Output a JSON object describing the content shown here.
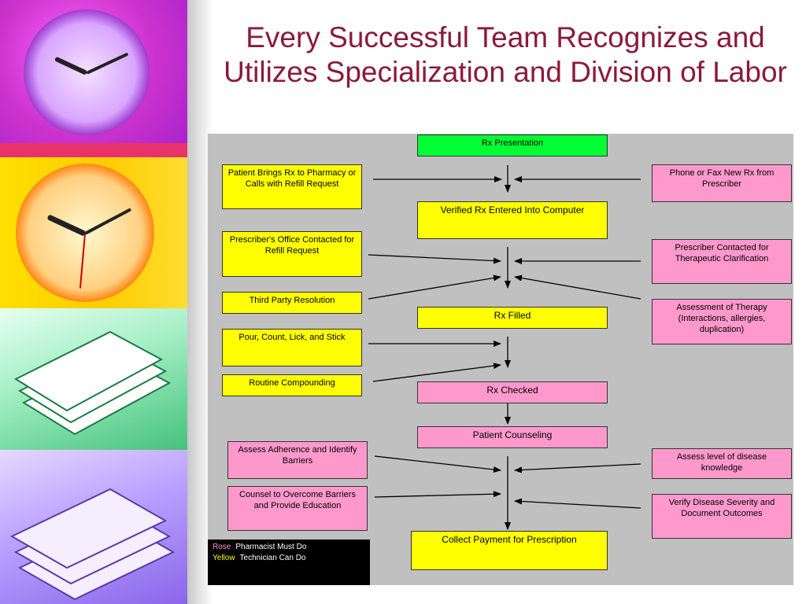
{
  "title": "Every Successful Team Recognizes and Utilizes Specialization and Division of Labor",
  "colors": {
    "rose": "#ff99cc",
    "yellow": "#ffff00",
    "green": "#00ff33",
    "title": "#8b1a3a",
    "background": "#c0c0c0"
  },
  "flow": {
    "rx_presentation": "Rx Presentation",
    "verified_entered": "Verified Rx Entered Into Computer",
    "rx_filled": "Rx Filled",
    "rx_checked": "Rx Checked",
    "patient_counseling": "Patient Counseling",
    "collect_payment": "Collect Payment for Prescription"
  },
  "left": {
    "patient_brings": "Patient Brings Rx to Pharmacy or Calls with Refill Request",
    "prescriber_office": "Prescriber's Office Contacted for Refill Request",
    "third_party": "Third Party Resolution",
    "pour_count": "Pour, Count, Lick, and Stick",
    "routine_compounding": "Routine Compounding",
    "assess_adherence": "Assess Adherence and Identify Barriers",
    "counsel_barriers": "Counsel to Overcome Barriers and Provide Education"
  },
  "right": {
    "phone_fax": "Phone or Fax New Rx from Prescriber",
    "prescriber_contacted": "Prescriber Contacted for Therapeutic Clarification",
    "assessment_therapy": "Assessment of Therapy (Interactions, allergies, duplication)",
    "assess_disease": "Assess level of disease knowledge",
    "verify_severity": "Verify Disease Severity and Document Outcomes"
  },
  "legend": {
    "rose_key": "Rose",
    "rose_value": "Pharmacist Must Do",
    "yellow_key": "Yellow",
    "yellow_value": "Technician Can Do"
  }
}
